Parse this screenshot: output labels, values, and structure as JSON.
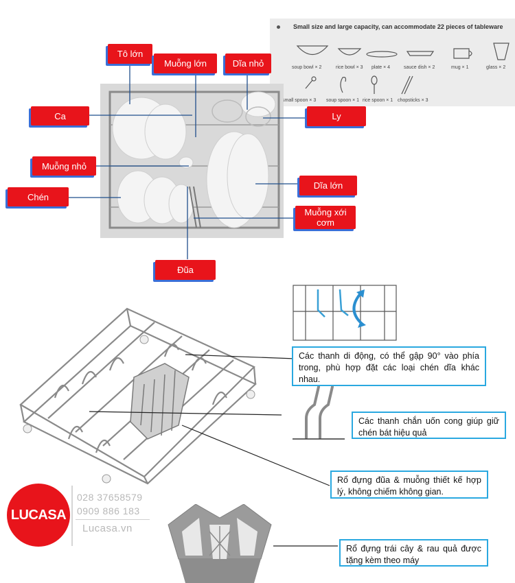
{
  "capacity_panel": {
    "title": "Small size and large capacity, can accommodate 22 pieces of tableware",
    "row1": [
      "soup bowl × 2",
      "rice bowl × 3",
      "plate × 4",
      "sauce dish × 2",
      "mug × 1",
      "glass × 2"
    ],
    "row2": [
      "small spoon × 3",
      "soup spoon × 1",
      "rice spoon × 1",
      "chopsticks × 3"
    ]
  },
  "labels": {
    "to_lon": "Tô lớn",
    "muong_lon": "Muỗng lớn",
    "dia_nho": "Dĩa nhỏ",
    "ca": "Ca",
    "ly": "Ly",
    "muong_nho": "Muỗng nhỏ",
    "chen": "Chén",
    "dia_lon": "Dĩa lớn",
    "muong_xoi_com": "Muỗng xới cơm",
    "dua": "Đũa"
  },
  "features": {
    "movable_rods": "Các thanh di động, có thể gập 90° vào phía trong, phù hợp đặt các loại chén dĩa khác nhau.",
    "curved_bars": "Các thanh chắn uốn cong giúp giữ chén bát hiệu quả",
    "cutlery_basket": "Rổ đựng đũa & muỗng thiết kế hợp lý, không chiếm không gian.",
    "fruit_basket": "Rổ đựng trái cây & rau quả được tặng kèm theo máy"
  },
  "brand": {
    "logo": "LUCASA",
    "phone1": "028 37658579",
    "phone2": "0909 886 183",
    "website": "Lucasa.vn"
  },
  "colors": {
    "label_red": "#e8141b",
    "label_shadow": "#3a6fd8",
    "box_border": "#29a8e0",
    "rack_gray": "#8a8a8a"
  }
}
